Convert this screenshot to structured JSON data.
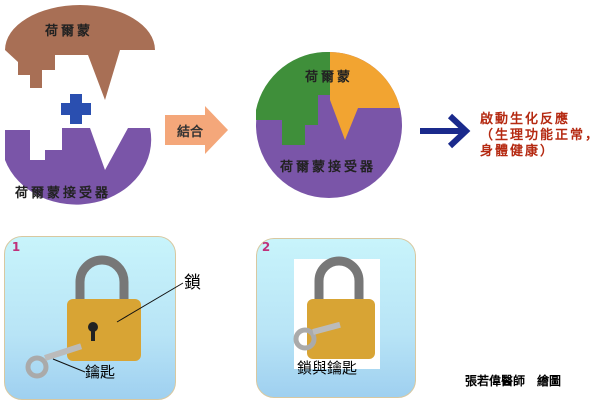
{
  "hormone_label": "荷爾蒙",
  "receptor_label": "荷爾蒙接受器",
  "combine_label": "結合",
  "combined_hormone_label": "荷爾蒙",
  "combined_receptor_label": "荷爾蒙接受器",
  "result_lines": [
    "啟動生化反應",
    "（生理功能正常，",
    "身體健康）"
  ],
  "panel1": {
    "badge": "1",
    "lock_label": "鎖",
    "key_label": "鑰匙"
  },
  "panel2": {
    "badge": "2",
    "caption": "鎖與鑰匙"
  },
  "credit": "張若偉醫師　繪圖",
  "colors": {
    "hormone": "#a86f55",
    "receptor": "#7a55a8",
    "green": "#3f8f3a",
    "orange": "#f2a431",
    "arrow": "#1a2a8c",
    "text_red": "#b52a12"
  }
}
